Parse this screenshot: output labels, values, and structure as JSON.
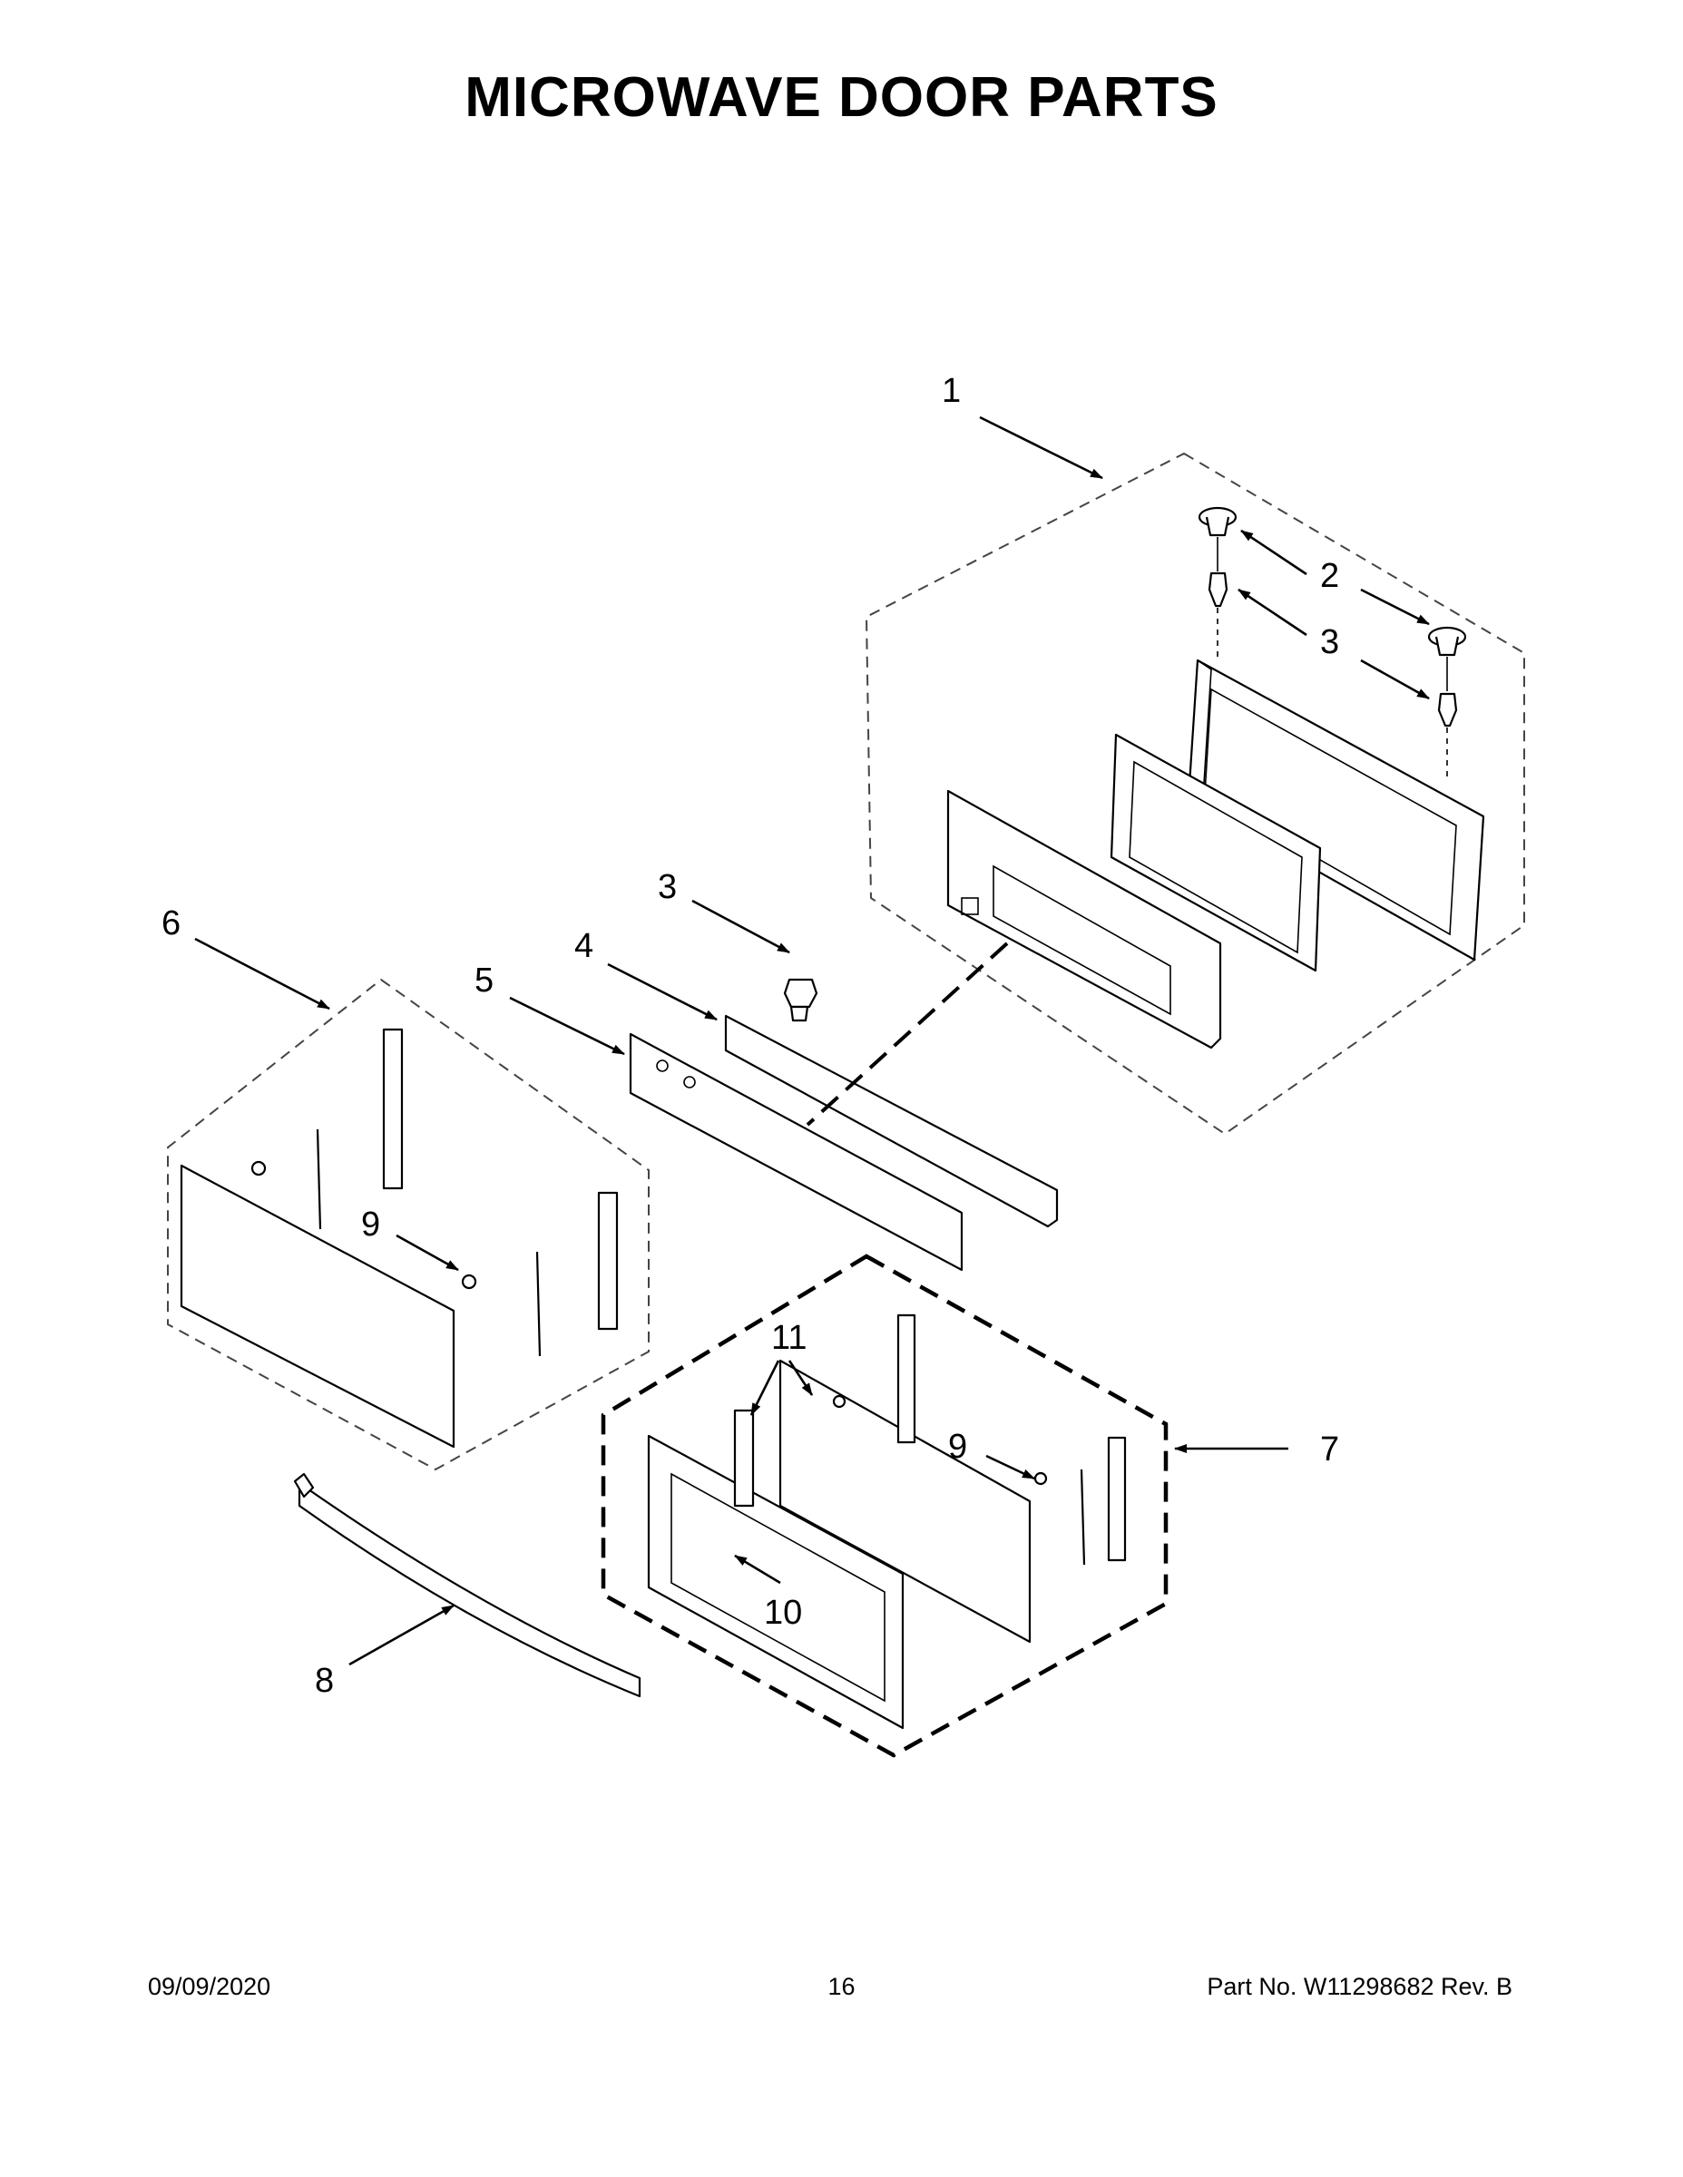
{
  "title": "MICROWAVE DOOR PARTS",
  "callouts": {
    "c1": "1",
    "c2": "2",
    "c3a": "3",
    "c3b": "3",
    "c4": "4",
    "c5": "5",
    "c6": "6",
    "c7": "7",
    "c8": "8",
    "c9a": "9",
    "c9b": "9",
    "c10": "10",
    "c11": "11"
  },
  "footer": {
    "date": "09/09/2020",
    "page": "16",
    "part_no": "Part No.  W11298682  Rev.  B"
  }
}
